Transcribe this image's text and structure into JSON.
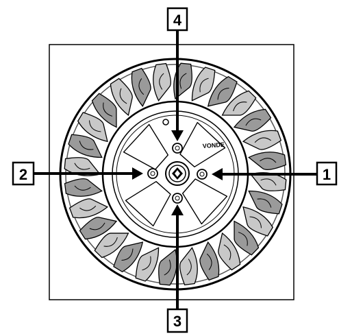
{
  "diagram": {
    "callouts": [
      {
        "id": "1",
        "text": "1"
      },
      {
        "id": "2",
        "text": "2"
      },
      {
        "id": "3",
        "text": "3"
      },
      {
        "id": "4",
        "text": "4"
      }
    ],
    "hub_brand_text": "VONDE",
    "colors": {
      "line": "#000000",
      "background": "#ffffff",
      "tire_gray": "#8a8a8a"
    }
  }
}
